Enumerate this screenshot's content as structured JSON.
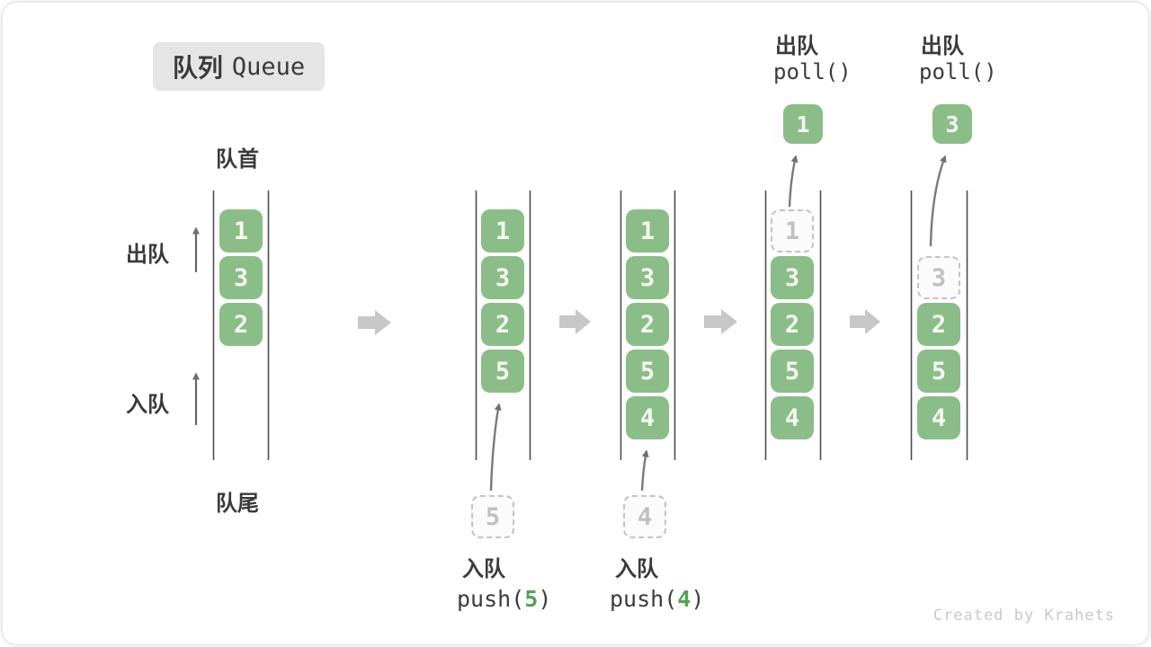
{
  "title": {
    "zh": "队列",
    "en": "Queue"
  },
  "side_labels": {
    "front": "队首",
    "rear": "队尾",
    "dequeue": "出队",
    "enqueue": "入队"
  },
  "poll_ops": [
    {
      "label": "出队",
      "code": "poll()",
      "value": "1"
    },
    {
      "label": "出队",
      "code": "poll()",
      "value": "3"
    }
  ],
  "push_ops": [
    {
      "label": "入队",
      "code_pre": "push(",
      "arg": "5",
      "code_post": ")",
      "value": "5"
    },
    {
      "label": "入队",
      "code_pre": "push(",
      "arg": "4",
      "code_post": ")",
      "value": "4"
    }
  ],
  "columns": [
    {
      "blocks": [
        {
          "v": "1"
        },
        {
          "v": "3"
        },
        {
          "v": "2"
        }
      ]
    },
    {
      "blocks": [
        {
          "v": "1"
        },
        {
          "v": "3"
        },
        {
          "v": "2"
        },
        {
          "v": "5"
        }
      ]
    },
    {
      "blocks": [
        {
          "v": "1"
        },
        {
          "v": "3"
        },
        {
          "v": "2"
        },
        {
          "v": "5"
        },
        {
          "v": "4"
        }
      ]
    },
    {
      "blocks": [
        {
          "v": "1",
          "state": "removed"
        },
        {
          "v": "3"
        },
        {
          "v": "2"
        },
        {
          "v": "5"
        },
        {
          "v": "4"
        }
      ]
    },
    {
      "blocks": [
        {
          "v": "3",
          "state": "removed"
        },
        {
          "v": "2"
        },
        {
          "v": "5"
        },
        {
          "v": "4"
        }
      ]
    }
  ],
  "watermark": "Created by Krahets",
  "colors": {
    "block_green": "#8bbd88",
    "code_green": "#55a255",
    "big_arrow_gray": "#c7c7c7",
    "line_dark": "#4d4d4d",
    "text_dark": "#3a3a3a",
    "dashed_gray": "#c3c3c3"
  }
}
